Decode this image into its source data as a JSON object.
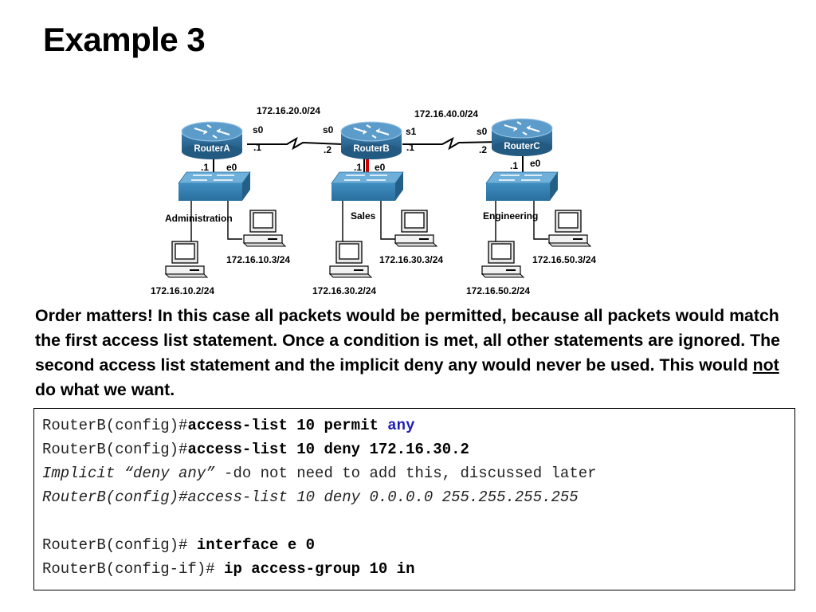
{
  "title": "Example 3",
  "diagram": {
    "networks": {
      "ab": "172.16.20.0/24",
      "bc": "172.16.40.0/24"
    },
    "routers": {
      "a": {
        "name": "RouterA",
        "serial": "s0",
        "serial_ip": ".1",
        "eth": "e0",
        "eth_ip": ".1"
      },
      "b": {
        "name": "RouterB",
        "serial_left": "s0",
        "serial_left_ip": ".2",
        "serial_right": "s1",
        "serial_right_ip": ".1",
        "eth": "e0",
        "eth_ip": ".1"
      },
      "c": {
        "name": "RouterC",
        "serial": "s0",
        "serial_ip": ".2",
        "eth": "e0",
        "eth_ip": ".1"
      }
    },
    "lans": {
      "a": {
        "name": "Administration",
        "host_right": "172.16.10.3/24",
        "host_left": "172.16.10.2/24"
      },
      "b": {
        "name": "Sales",
        "host_right": "172.16.30.3/24",
        "host_left": "172.16.30.2/24"
      },
      "c": {
        "name": "Engineering",
        "host_right": "172.16.50.3/24",
        "host_left": "172.16.50.2/24"
      }
    },
    "colors": {
      "router": "#2f6f9b",
      "switch": "#3a84b4",
      "acl_link": "#cc0000"
    }
  },
  "paragraph": {
    "before_not": "Order matters!  In this case all packets would be permitted, because all packets would match the first access list statement. Once a condition is met, all other statements are ignored.  The second access list statement and the implicit deny any would never be used.  This would ",
    "not": "not",
    "after_not": " do what we want."
  },
  "code": {
    "l1_prompt": "RouterB(config)#",
    "l1_cmd": "access-list 10 permit ",
    "l1_kw": "any",
    "l2_prompt": "RouterB(config)#",
    "l2_cmd": "access-list 10 deny 172.16.30.2",
    "l3_a": "Implicit",
    "l3_b": " “deny any”",
    "l3_c": " -do not need to add this, discussed later",
    "l4": "RouterB(config)#access-list 10 deny 0.0.0.0 255.255.255.255",
    "l6_prompt": "RouterB(config)# ",
    "l6_cmd": "interface e 0",
    "l7_prompt": "RouterB(config-if)# ",
    "l7_cmd": "ip access-group 10 in"
  }
}
